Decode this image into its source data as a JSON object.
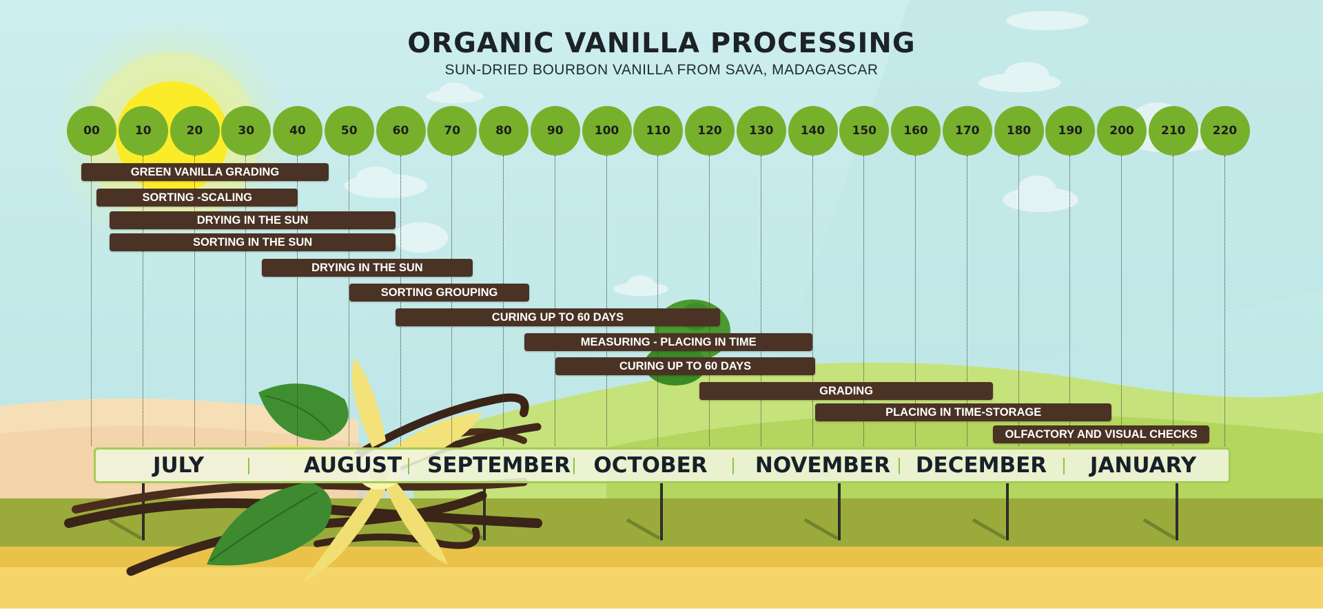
{
  "header": {
    "title": "ORGANIC VANILLA PROCESSING",
    "subtitle": "SUN-DRIED BOURBON VANILLA FROM SAVA, MADAGASCAR"
  },
  "scale": {
    "ticks": [
      "00",
      "10",
      "20",
      "30",
      "40",
      "50",
      "60",
      "70",
      "80",
      "90",
      "100",
      "110",
      "120",
      "130",
      "140",
      "150",
      "160",
      "170",
      "180",
      "190",
      "200",
      "210",
      "220"
    ]
  },
  "stages": [
    {
      "label": "GREEN VANILLA GRADING",
      "start": -2,
      "end": 46
    },
    {
      "label": "SORTING -SCALING",
      "start": 1,
      "end": 40
    },
    {
      "label": "DRYING IN THE SUN",
      "start": 3.5,
      "end": 59
    },
    {
      "label": "SORTING IN THE SUN",
      "start": 3.5,
      "end": 59
    },
    {
      "label": "DRYING IN THE SUN",
      "start": 33,
      "end": 74
    },
    {
      "label": "SORTING GROUPING",
      "start": 50,
      "end": 85
    },
    {
      "label": "CURING UP TO 60 DAYS",
      "start": 59,
      "end": 122
    },
    {
      "label": "MEASURING - PLACING IN TIME",
      "start": 84,
      "end": 140
    },
    {
      "label": "CURING UP TO 60 DAYS",
      "start": 90,
      "end": 140.5
    },
    {
      "label": "GRADING",
      "start": 118,
      "end": 175
    },
    {
      "label": "PLACING IN TIME-STORAGE",
      "start": 140.5,
      "end": 198
    },
    {
      "label": "OLFACTORY AND VISUAL CHECKS",
      "start": 175,
      "end": 217
    }
  ],
  "months": [
    "JULY",
    "AUGUST",
    "SEPTEMBER",
    "OCTOBER",
    "NOVEMBER",
    "DECEMBER",
    "JANUARY"
  ],
  "colors": {
    "sky": "#c8ecec",
    "tick_circle": "#77b12c",
    "bar": "#4a3224",
    "hill_green": "#b9dc6a",
    "ground_olive": "#9aae3a",
    "sand": "#f2d064"
  },
  "illustrations": [
    "sun",
    "clouds",
    "hills",
    "tree",
    "vanilla-flower",
    "vanilla-pods",
    "fence-posts"
  ]
}
